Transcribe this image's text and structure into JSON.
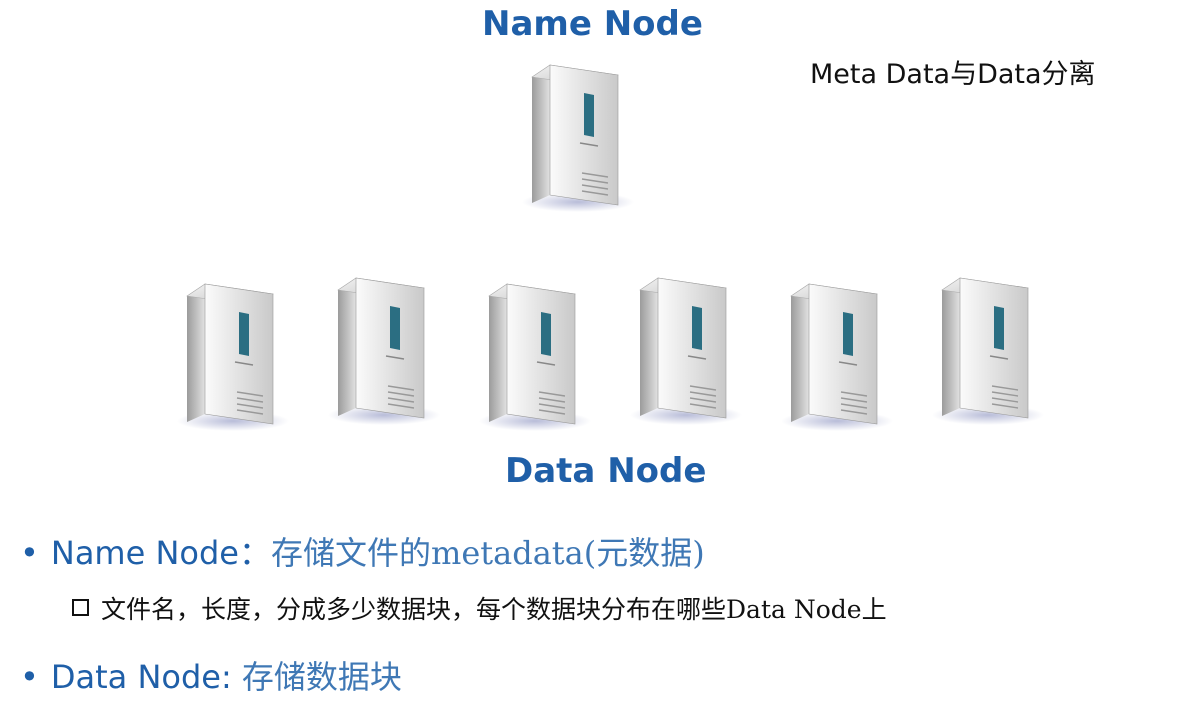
{
  "name_node": {
    "title": "Name Node"
  },
  "note": "Meta Data与Data分离",
  "data_node": {
    "title": "Data Node",
    "server_count": 6
  },
  "icons": {
    "server": "server-icon"
  },
  "colors": {
    "heading": "#1f5fa8",
    "bullet_desc": "#3f78b5",
    "text": "#111111"
  },
  "bullets": [
    {
      "label": "Name Node：",
      "desc": "存储文件的metadata(元数据)",
      "sub": "文件名，长度，分成多少数据块，每个数据块分布在哪些Data Node上"
    },
    {
      "label": "Data Node: ",
      "desc": "存储数据块"
    }
  ]
}
